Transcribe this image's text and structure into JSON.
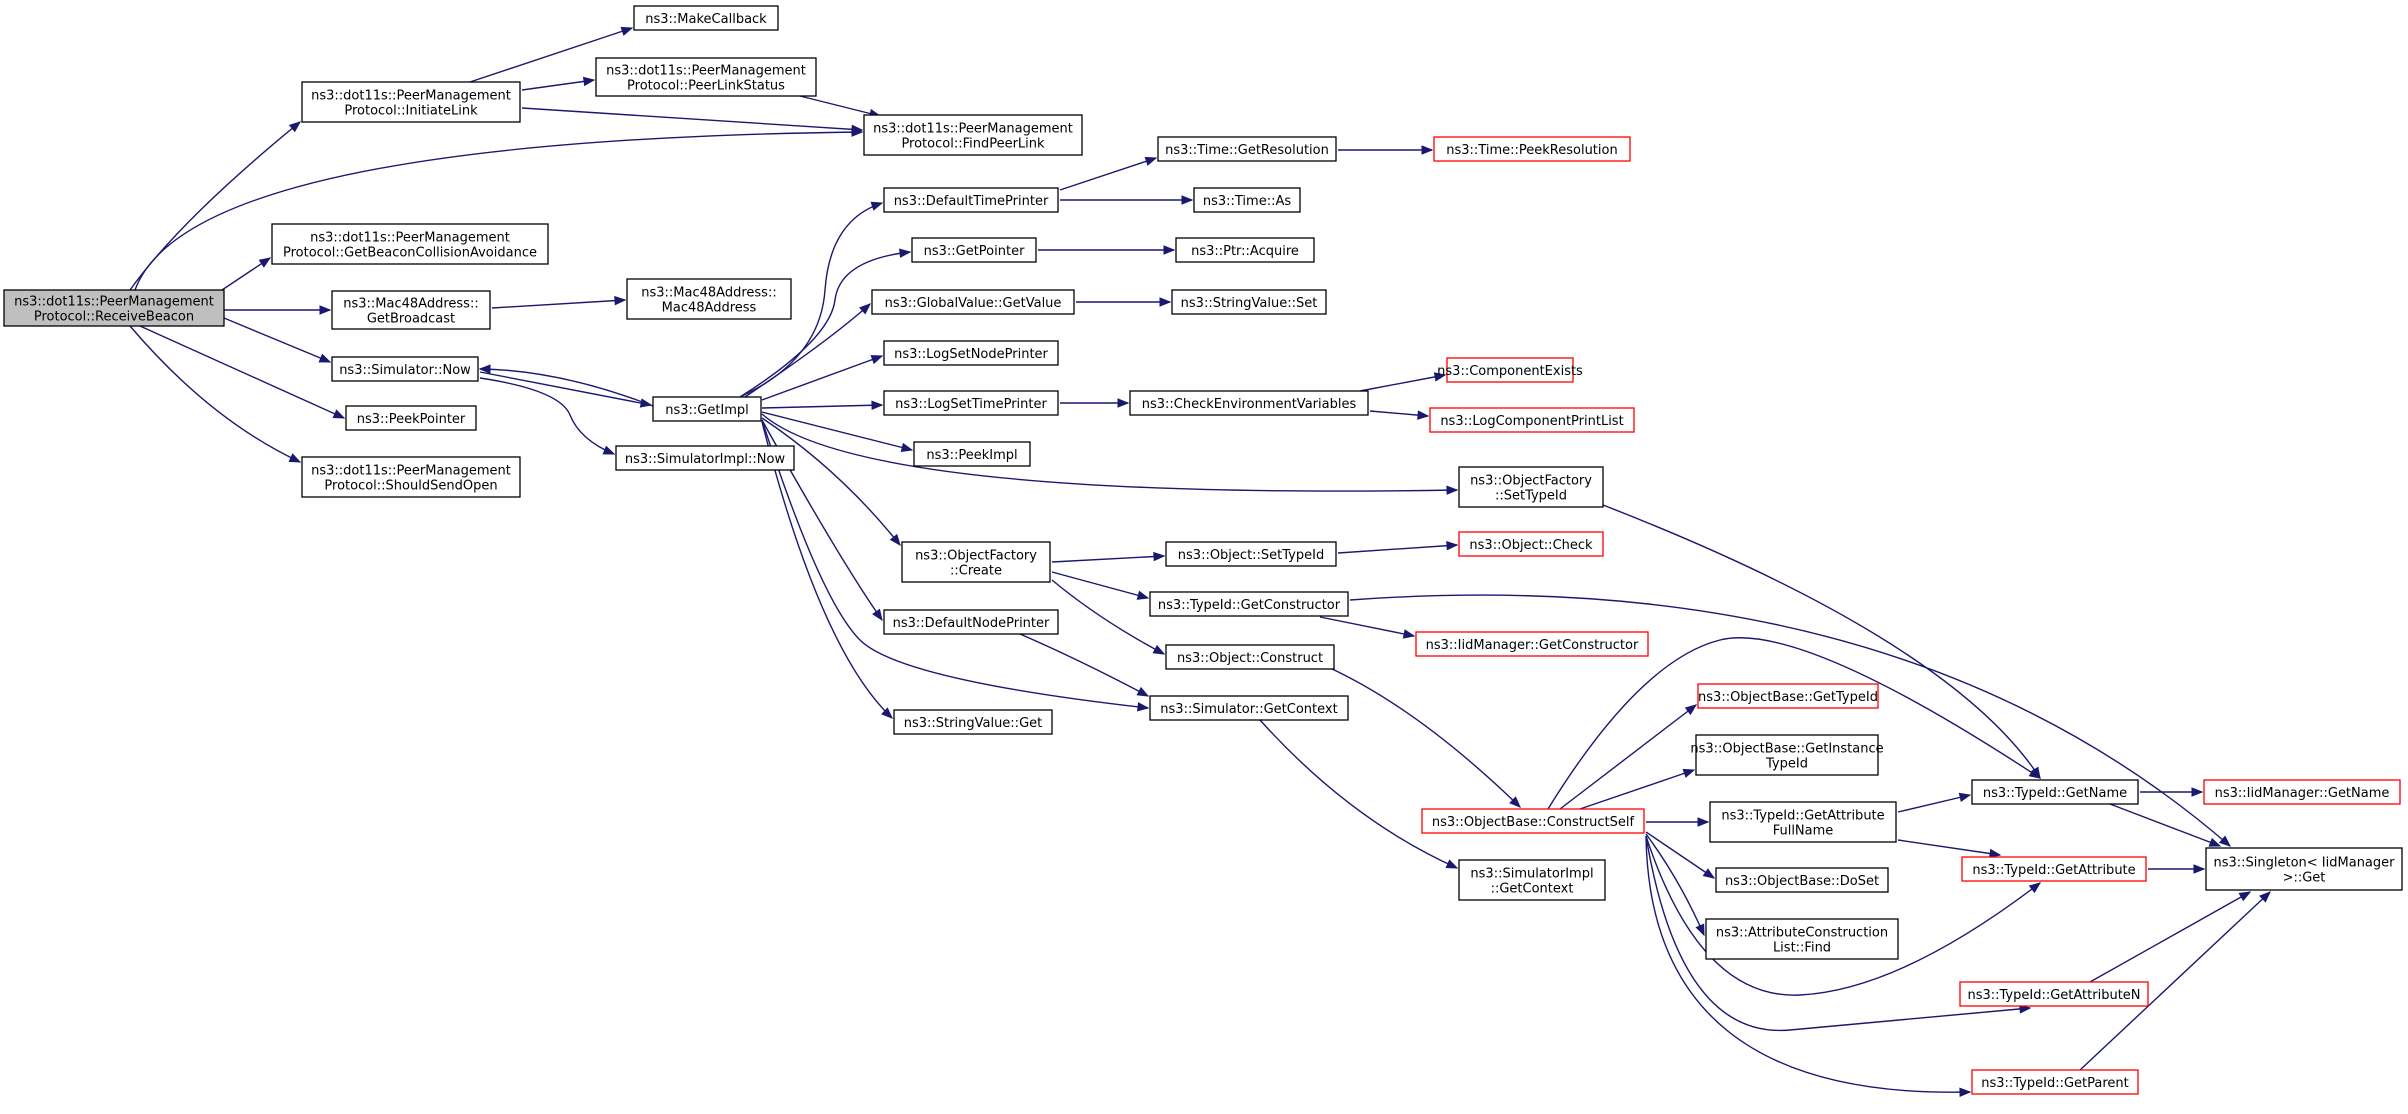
{
  "nodes": {
    "receive_beacon": {
      "lines": [
        "ns3::dot11s::PeerManagement",
        "Protocol::ReceiveBeacon"
      ],
      "root": true
    },
    "initiate_link": {
      "lines": [
        "ns3::dot11s::PeerManagement",
        "Protocol::InitiateLink"
      ]
    },
    "make_callback": {
      "lines": [
        "ns3::MakeCallback"
      ]
    },
    "peer_link_status": {
      "lines": [
        "ns3::dot11s::PeerManagement",
        "Protocol::PeerLinkStatus"
      ]
    },
    "find_peer_link": {
      "lines": [
        "ns3::dot11s::PeerManagement",
        "Protocol::FindPeerLink"
      ]
    },
    "get_beacon_collision": {
      "lines": [
        "ns3::dot11s::PeerManagement",
        "Protocol::GetBeaconCollisionAvoidance"
      ]
    },
    "get_broadcast": {
      "lines": [
        "ns3::Mac48Address::",
        "GetBroadcast"
      ]
    },
    "mac48address": {
      "lines": [
        "ns3::Mac48Address::",
        "Mac48Address"
      ]
    },
    "simulator_now": {
      "lines": [
        "ns3::Simulator::Now"
      ]
    },
    "peek_pointer": {
      "lines": [
        "ns3::PeekPointer"
      ]
    },
    "should_send_open": {
      "lines": [
        "ns3::dot11s::PeerManagement",
        "Protocol::ShouldSendOpen"
      ]
    },
    "get_impl": {
      "lines": [
        "ns3::GetImpl"
      ]
    },
    "simulatorimpl_now": {
      "lines": [
        "ns3::SimulatorImpl::Now"
      ]
    },
    "default_time_printer": {
      "lines": [
        "ns3::DefaultTimePrinter"
      ]
    },
    "get_pointer": {
      "lines": [
        "ns3::GetPointer"
      ]
    },
    "global_value_get_value": {
      "lines": [
        "ns3::GlobalValue::GetValue"
      ]
    },
    "log_set_node_printer": {
      "lines": [
        "ns3::LogSetNodePrinter"
      ]
    },
    "log_set_time_printer": {
      "lines": [
        "ns3::LogSetTimePrinter"
      ]
    },
    "peek_impl": {
      "lines": [
        "ns3::PeekImpl"
      ]
    },
    "object_factory_create": {
      "lines": [
        "ns3::ObjectFactory",
        "::Create"
      ]
    },
    "default_node_printer": {
      "lines": [
        "ns3::DefaultNodePrinter"
      ]
    },
    "string_value_get": {
      "lines": [
        "ns3::StringValue::Get"
      ]
    },
    "time_get_resolution": {
      "lines": [
        "ns3::Time::GetResolution"
      ]
    },
    "time_peek_resolution": {
      "lines": [
        "ns3::Time::PeekResolution"
      ],
      "red": true
    },
    "time_as": {
      "lines": [
        "ns3::Time::As"
      ]
    },
    "ptr_acquire": {
      "lines": [
        "ns3::Ptr::Acquire"
      ]
    },
    "string_value_set": {
      "lines": [
        "ns3::StringValue::Set"
      ]
    },
    "check_env_vars": {
      "lines": [
        "ns3::CheckEnvironmentVariables"
      ]
    },
    "component_exists": {
      "lines": [
        "ns3::ComponentExists"
      ],
      "red": true
    },
    "log_component_print_list": {
      "lines": [
        "ns3::LogComponentPrintList"
      ],
      "red": true
    },
    "object_factory_set_type_id": {
      "lines": [
        "ns3::ObjectFactory",
        "::SetTypeId"
      ]
    },
    "object_set_type_id": {
      "lines": [
        "ns3::Object::SetTypeId"
      ]
    },
    "object_check": {
      "lines": [
        "ns3::Object::Check"
      ],
      "red": true
    },
    "type_id_get_constructor": {
      "lines": [
        "ns3::TypeId::GetConstructor"
      ]
    },
    "iid_manager_get_constructor": {
      "lines": [
        "ns3::IidManager::GetConstructor"
      ],
      "red": true
    },
    "object_construct": {
      "lines": [
        "ns3::Object::Construct"
      ]
    },
    "simulator_get_context": {
      "lines": [
        "ns3::Simulator::GetContext"
      ]
    },
    "object_base_construct_self": {
      "lines": [
        "ns3::ObjectBase::ConstructSelf"
      ],
      "red": true
    },
    "simulator_impl_get_context": {
      "lines": [
        "ns3::SimulatorImpl",
        "::GetContext"
      ]
    },
    "object_base_get_type_id": {
      "lines": [
        "ns3::ObjectBase::GetTypeId"
      ],
      "red": true
    },
    "object_base_get_instance_type_id": {
      "lines": [
        "ns3::ObjectBase::GetInstance",
        "TypeId"
      ]
    },
    "type_id_get_attribute_full_name": {
      "lines": [
        "ns3::TypeId::GetAttribute",
        "FullName"
      ]
    },
    "object_base_do_set": {
      "lines": [
        "ns3::ObjectBase::DoSet"
      ]
    },
    "attribute_construction_list_find": {
      "lines": [
        "ns3::AttributeConstruction",
        "List::Find"
      ]
    },
    "type_id_get_name": {
      "lines": [
        "ns3::TypeId::GetName"
      ]
    },
    "iid_manager_get_name": {
      "lines": [
        "ns3::IidManager::GetName"
      ],
      "red": true
    },
    "type_id_get_attribute": {
      "lines": [
        "ns3::TypeId::GetAttribute"
      ],
      "red": true
    },
    "singleton_get": {
      "lines": [
        "ns3::Singleton< IidManager",
        " >::Get"
      ]
    },
    "type_id_get_attribute_n": {
      "lines": [
        "ns3::TypeId::GetAttributeN"
      ],
      "red": true
    },
    "type_id_get_parent": {
      "lines": [
        "ns3::TypeId::GetParent"
      ],
      "red": true
    }
  },
  "colors": {
    "edge": "#191970",
    "root_fill": "#bfbfbf",
    "red_border": "#ff0000",
    "node_border": "#000000"
  }
}
